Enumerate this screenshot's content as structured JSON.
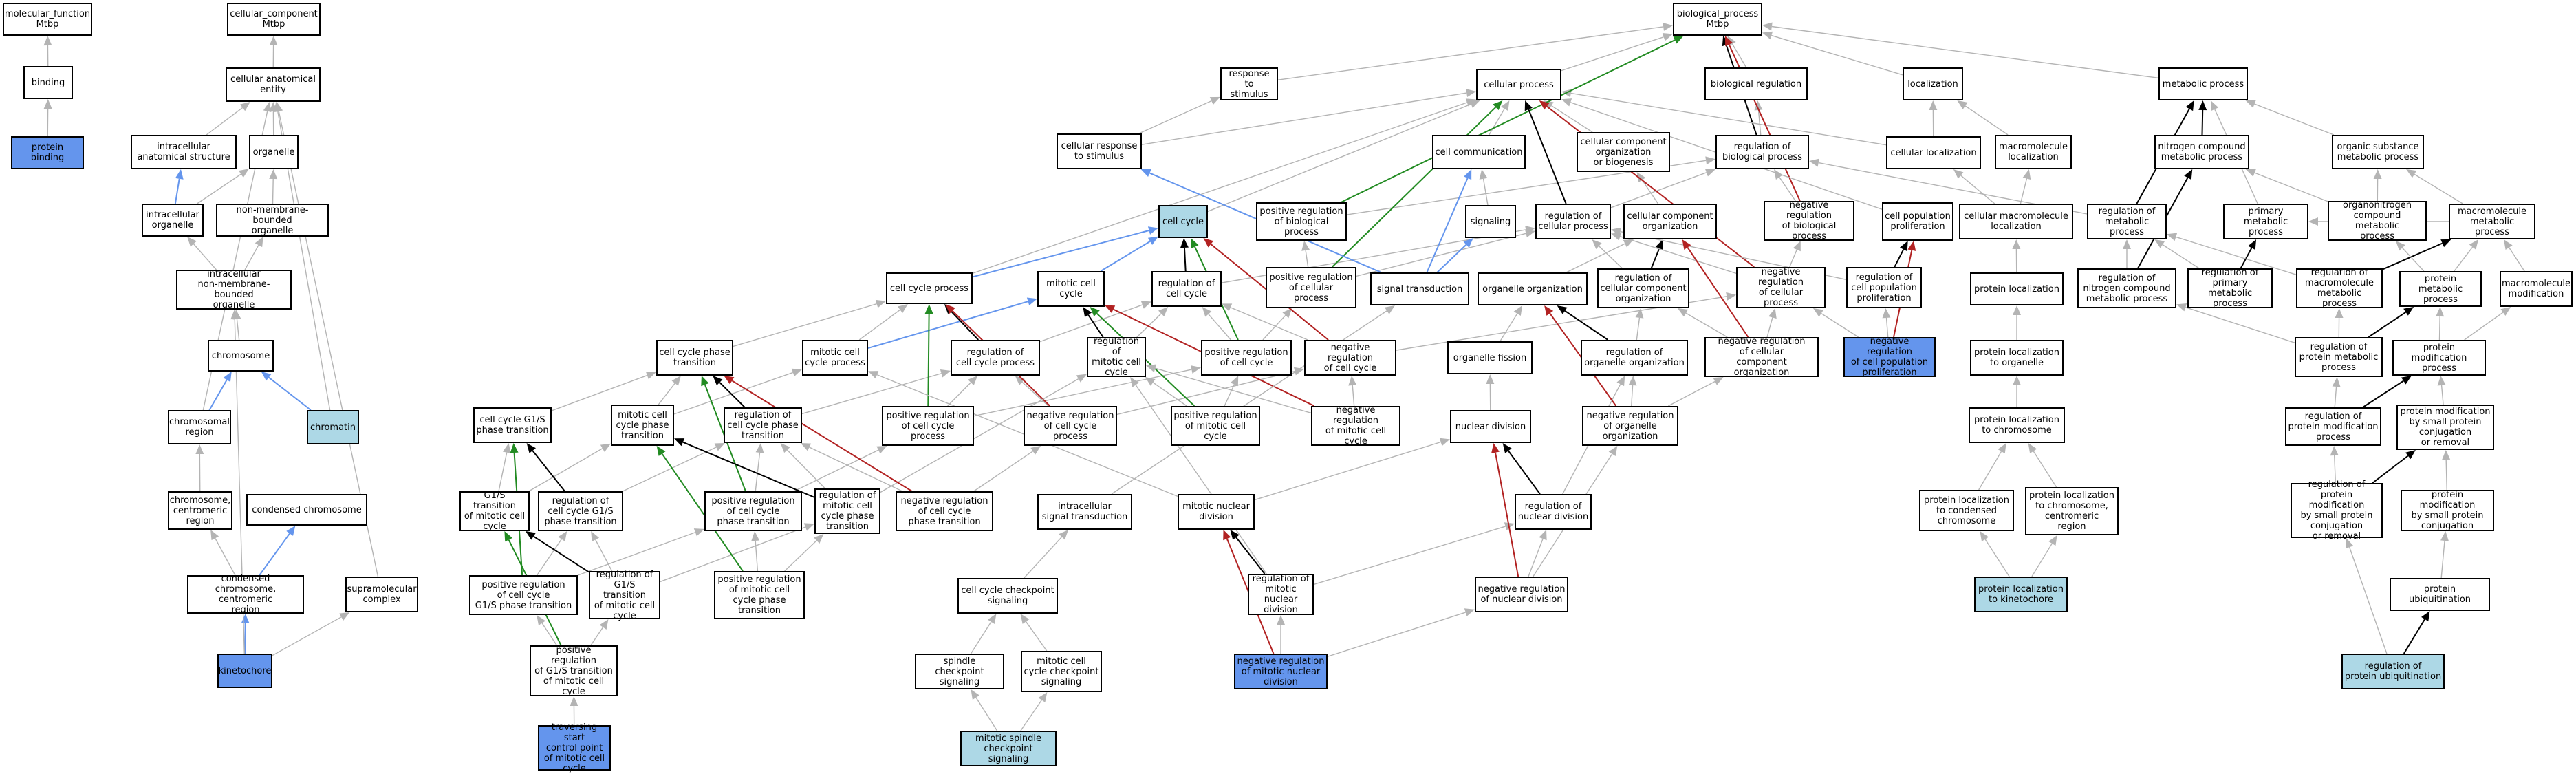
{
  "colors": {
    "light": "#add8e6",
    "blue": "#6495ed",
    "grey": "#b4b4b4",
    "black": "#000000",
    "edgeBlue": "#0000ff",
    "green": "#228b22",
    "red": "#b22222"
  },
  "nodes": {
    "mf": "molecular_function\nMtbp",
    "binding": "binding",
    "protein_binding": "protein binding",
    "cc": "cellular_component\nMtbp",
    "cae": "cellular anatomical\nentity",
    "ias": "intracellular\nanatomical structure",
    "organelle": "organelle",
    "intra_org": "intracellular\norganelle",
    "nonmem_org": "non-membrane-bounded\norganelle",
    "intra_nonmem": "intracellular\nnon-membrane-bounded\norganelle",
    "chromosome": "chromosome",
    "chrom_region": "chromosomal\nregion",
    "chromatin": "chromatin",
    "chrom_centro": "chromosome,\ncentromeric\nregion",
    "condensed_chrom": "condensed chromosome",
    "cond_centro": "condensed chromosome,\ncentromeric\nregion",
    "supramol": "supramolecular\ncomplex",
    "kinetochore": "kinetochore",
    "bp": "biological_process\nMtbp",
    "resp_stim": "response to\nstimulus",
    "cell_proc": "cellular process",
    "bio_reg": "biological regulation",
    "localization": "localization",
    "metab_proc": "metabolic process",
    "cell_resp_stim": "cellular response\nto stimulus",
    "cell_comm": "cell communication",
    "cc_org_bio": "cellular component\norganization\nor biogenesis",
    "reg_bp": "regulation of\nbiological process",
    "cell_loc": "cellular localization",
    "macro_loc": "macromolecule\nlocalization",
    "nitro_metab": "nitrogen compound\nmetabolic process",
    "org_sub_metab": "organic substance\nmetabolic process",
    "cell_cycle": "cell cycle",
    "pos_reg_bp": "positive regulation\nof biological\nprocess",
    "signaling": "signaling",
    "reg_cell_proc": "regulation of\ncellular process",
    "cc_org": "cellular component\norganization",
    "neg_reg_bp": "negative regulation\nof biological\nprocess",
    "cell_pop_prolif": "cell population\nproliferation",
    "cell_macro_loc": "cellular macromolecule\nlocalization",
    "reg_metab": "regulation of\nmetabolic process",
    "primary_metab": "primary metabolic\nprocess",
    "orgnitro_metab": "organonitrogen\ncompound metabolic\nprocess",
    "macromol_metab": "macromolecule\nmetabolic process",
    "cc_proc": "cell cycle process",
    "mitotic_cc": "mitotic cell\ncycle",
    "reg_cc": "regulation of\ncell cycle",
    "pos_reg_cp": "positive regulation\nof cellular\nprocess",
    "sig_trans": "signal transduction",
    "org_org": "organelle organization",
    "reg_cc_org": "regulation of\ncellular component\norganization",
    "neg_reg_cp": "negative regulation\nof cellular\nprocess",
    "reg_cpp": "regulation of\ncell population\nproliferation",
    "prot_loc": "protein localization",
    "reg_nitro": "regulation of\nnitrogen compound\nmetabolic process",
    "reg_prim": "regulation of\nprimary metabolic\nprocess",
    "reg_macro": "regulation of\nmacromolecule\nmetabolic process",
    "prot_metab": "protein metabolic\nprocess",
    "macro_mod": "macromolecule\nmodification",
    "ccp_trans": "cell cycle phase\ntransition",
    "mit_ccp": "mitotic cell\ncycle process",
    "reg_ccp": "regulation of\ncell cycle process",
    "reg_mit_cc": "regulation of\nmitotic cell\ncycle",
    "pos_reg_cc": "positive regulation\nof cell cycle",
    "neg_reg_cc": "negative regulation\nof cell cycle",
    "org_fission": "organelle fission",
    "reg_org_org": "regulation of\norganelle organization",
    "neg_reg_cc_org": "negative regulation\nof cellular\ncomponent organization",
    "neg_reg_cpp": "negative regulation\nof cell population\nproliferation",
    "prot_loc_org": "protein localization\nto organelle",
    "reg_prot_metab": "regulation of\nprotein metabolic\nprocess",
    "prot_mod": "protein modification\nprocess",
    "cc_g1s": "cell cycle G1/S\nphase transition",
    "mit_ccp_trans": "mitotic cell\ncycle phase\ntransition",
    "reg_ccp_trans": "regulation of\ncell cycle phase\ntransition",
    "pos_reg_ccp": "positive regulation\nof cell cycle\nprocess",
    "neg_reg_ccp": "negative regulation\nof cell cycle\nprocess",
    "pos_reg_mit_cc": "positive regulation\nof mitotic cell\ncycle",
    "neg_reg_mit_cc": "negative regulation\nof mitotic cell\ncycle",
    "nuc_div": "nuclear division",
    "neg_reg_org_org": "negative regulation\nof organelle\norganization",
    "prot_loc_chrom": "protein localization\nto chromosome",
    "reg_prot_mod": "regulation of\nprotein modification\nprocess",
    "prot_mod_small": "protein modification\nby small protein\nconjugation\nor removal",
    "g1s_mit": "G1/S transition\nof mitotic cell\ncycle",
    "reg_ccg1s": "regulation of\ncell cycle G1/S\nphase transition",
    "pos_reg_ccp_trans": "positive regulation\nof cell cycle\nphase transition",
    "reg_mit_ccp_trans": "regulation of\nmitotic cell\ncycle phase\ntransition",
    "neg_reg_ccp_trans": "negative regulation\nof cell cycle\nphase transition",
    "intra_sig": "intracellular\nsignal transduction",
    "mit_nuc_div": "mitotic nuclear\ndivision",
    "reg_nuc_div": "regulation of\nnuclear division",
    "prot_loc_cond": "protein localization\nto condensed\nchromosome",
    "prot_loc_centro": "protein localization\nto chromosome,\ncentromeric\nregion",
    "reg_prot_mod_small": "regulation of\nprotein modification\nby small protein\nconjugation\nor removal",
    "prot_mod_small2": "protein modification\nby small protein\nconjugation",
    "pos_reg_ccg1s": "positive regulation\nof cell cycle\nG1/S phase transition",
    "reg_g1s_mit": "regulation of\nG1/S transition\nof mitotic cell\ncycle",
    "pos_reg_mit_ccp": "positive regulation\nof mitotic cell\ncycle phase\ntransition",
    "cc_checkpoint": "cell cycle checkpoint\nsignaling",
    "reg_mit_nuc_div": "regulation of\nmitotic nuclear\ndivision",
    "neg_reg_nuc_div": "negative regulation\nof nuclear division",
    "prot_loc_kinet": "protein localization\nto kinetochore",
    "prot_ubiq": "protein ubiquitination",
    "pos_reg_g1s_mit": "positive regulation\nof G1/S transition\nof mitotic cell\ncycle",
    "spindle_cp": "spindle checkpoint\nsignaling",
    "mit_cc_cp": "mitotic cell\ncycle checkpoint\nsignaling",
    "neg_reg_mit_nuc_div": "negative regulation\nof mitotic nuclear\ndivision",
    "reg_prot_ubiq": "regulation of\nprotein ubiquitination",
    "traversing": "traversing start\ncontrol point\nof mitotic cell\ncycle",
    "mit_spindle_cp": "mitotic spindle\ncheckpoint signaling"
  },
  "edges": [
    [
      "binding",
      "mf",
      "grey"
    ],
    [
      "protein_binding",
      "binding",
      "grey"
    ],
    [
      "cae",
      "cc",
      "grey"
    ],
    [
      "ias",
      "cae",
      "grey"
    ],
    [
      "organelle",
      "cae",
      "grey"
    ],
    [
      "intra_org",
      "ias",
      "blue"
    ],
    [
      "intra_org",
      "organelle",
      "grey"
    ],
    [
      "nonmem_org",
      "organelle",
      "grey"
    ],
    [
      "intra_nonmem",
      "intra_org",
      "grey"
    ],
    [
      "intra_nonmem",
      "nonmem_org",
      "grey"
    ],
    [
      "chromosome",
      "intra_nonmem",
      "grey"
    ],
    [
      "chrom_region",
      "chromosome",
      "blue"
    ],
    [
      "chromatin",
      "chromosome",
      "blue"
    ],
    [
      "chromatin",
      "cae",
      "grey"
    ],
    [
      "chrom_centro",
      "chrom_region",
      "grey"
    ],
    [
      "cond_centro",
      "condensed_chrom",
      "blue"
    ],
    [
      "cond_centro",
      "chrom_centro",
      "grey"
    ],
    [
      "kinetochore",
      "cond_centro",
      "blue"
    ],
    [
      "kinetochore",
      "supramol",
      "grey"
    ],
    [
      "supramol",
      "cae",
      "grey"
    ],
    [
      "kinetochore",
      "intra_nonmem",
      "grey"
    ],
    [
      "chrom_region",
      "cae",
      "grey"
    ],
    [
      "resp_stim",
      "bp",
      "grey"
    ],
    [
      "cell_proc",
      "bp",
      "grey"
    ],
    [
      "bio_reg",
      "bp",
      "grey"
    ],
    [
      "localization",
      "bp",
      "grey"
    ],
    [
      "metab_proc",
      "bp",
      "grey"
    ],
    [
      "cell_resp_stim",
      "resp_stim",
      "grey"
    ],
    [
      "cell_resp_stim",
      "cell_proc",
      "grey"
    ],
    [
      "cell_comm",
      "cell_proc",
      "grey"
    ],
    [
      "cc_org_bio",
      "cell_proc",
      "grey"
    ],
    [
      "reg_bp",
      "bio_reg",
      "grey"
    ],
    [
      "reg_bp",
      "bp",
      "black"
    ],
    [
      "cell_loc",
      "localization",
      "grey"
    ],
    [
      "cell_loc",
      "cell_proc",
      "grey"
    ],
    [
      "macro_loc",
      "localization",
      "grey"
    ],
    [
      "nitro_metab",
      "metab_proc",
      "black"
    ],
    [
      "org_sub_metab",
      "metab_proc",
      "grey"
    ],
    [
      "cell_cycle",
      "cell_proc",
      "grey"
    ],
    [
      "pos_reg_bp",
      "reg_bp",
      "grey"
    ],
    [
      "pos_reg_bp",
      "bp",
      "green"
    ],
    [
      "signaling",
      "cell_comm",
      "grey"
    ],
    [
      "reg_cell_proc",
      "reg_bp",
      "grey"
    ],
    [
      "reg_cell_proc",
      "cell_proc",
      "black"
    ],
    [
      "cc_org",
      "cc_org_bio",
      "grey"
    ],
    [
      "neg_reg_bp",
      "reg_bp",
      "grey"
    ],
    [
      "neg_reg_bp",
      "bp",
      "red"
    ],
    [
      "cell_pop_prolif",
      "cell_proc",
      "grey"
    ],
    [
      "cell_macro_loc",
      "cell_loc",
      "grey"
    ],
    [
      "cell_macro_loc",
      "macro_loc",
      "grey"
    ],
    [
      "reg_metab",
      "reg_bp",
      "grey"
    ],
    [
      "reg_metab",
      "metab_proc",
      "black"
    ],
    [
      "primary_metab",
      "metab_proc",
      "grey"
    ],
    [
      "orgnitro_metab",
      "nitro_metab",
      "grey"
    ],
    [
      "orgnitro_metab",
      "org_sub_metab",
      "grey"
    ],
    [
      "macromol_metab",
      "org_sub_metab",
      "grey"
    ],
    [
      "macromol_metab",
      "primary_metab",
      "grey"
    ],
    [
      "cc_proc",
      "cell_cycle",
      "blue"
    ],
    [
      "cc_proc",
      "cell_proc",
      "grey"
    ],
    [
      "mitotic_cc",
      "cell_cycle",
      "blue"
    ],
    [
      "reg_cc",
      "reg_cell_proc",
      "grey"
    ],
    [
      "reg_cc",
      "cell_cycle",
      "black"
    ],
    [
      "pos_reg_cp",
      "pos_reg_bp",
      "grey"
    ],
    [
      "pos_reg_cp",
      "reg_cell_proc",
      "grey"
    ],
    [
      "pos_reg_cp",
      "cell_proc",
      "green"
    ],
    [
      "sig_trans",
      "signaling",
      "blue"
    ],
    [
      "sig_trans",
      "cell_resp_stim",
      "blue"
    ],
    [
      "sig_trans",
      "cell_comm",
      "blue"
    ],
    [
      "org_org",
      "cc_org",
      "grey"
    ],
    [
      "reg_cc_org",
      "cc_org",
      "black"
    ],
    [
      "reg_cc_org",
      "reg_cell_proc",
      "grey"
    ],
    [
      "neg_reg_cp",
      "neg_reg_bp",
      "grey"
    ],
    [
      "neg_reg_cp",
      "reg_cell_proc",
      "grey"
    ],
    [
      "neg_reg_cp",
      "cell_proc",
      "red"
    ],
    [
      "reg_cpp",
      "cell_pop_prolif",
      "black"
    ],
    [
      "reg_cpp",
      "reg_cell_proc",
      "grey"
    ],
    [
      "prot_loc",
      "cell_macro_loc",
      "grey"
    ],
    [
      "reg_nitro",
      "reg_metab",
      "grey"
    ],
    [
      "reg_nitro",
      "nitro_metab",
      "black"
    ],
    [
      "reg_prim",
      "reg_metab",
      "grey"
    ],
    [
      "reg_prim",
      "primary_metab",
      "black"
    ],
    [
      "reg_macro",
      "reg_metab",
      "grey"
    ],
    [
      "reg_macro",
      "macromol_metab",
      "black"
    ],
    [
      "prot_metab",
      "macromol_metab",
      "grey"
    ],
    [
      "prot_metab",
      "orgnitro_metab",
      "grey"
    ],
    [
      "macro_mod",
      "macromol_metab",
      "grey"
    ],
    [
      "ccp_trans",
      "cc_proc",
      "grey"
    ],
    [
      "mit_ccp",
      "cc_proc",
      "grey"
    ],
    [
      "mit_ccp",
      "mitotic_cc",
      "blue"
    ],
    [
      "reg_ccp",
      "reg_cc",
      "grey"
    ],
    [
      "reg_ccp",
      "cc_proc",
      "black"
    ],
    [
      "reg_mit_cc",
      "reg_cc",
      "grey"
    ],
    [
      "reg_mit_cc",
      "mitotic_cc",
      "black"
    ],
    [
      "pos_reg_cc",
      "reg_cc",
      "grey"
    ],
    [
      "pos_reg_cc",
      "cell_cycle",
      "green"
    ],
    [
      "pos_reg_cc",
      "pos_reg_cp",
      "grey"
    ],
    [
      "neg_reg_cc",
      "reg_cc",
      "grey"
    ],
    [
      "neg_reg_cc",
      "cell_cycle",
      "red"
    ],
    [
      "neg_reg_cc",
      "neg_reg_cp",
      "grey"
    ],
    [
      "org_fission",
      "org_org",
      "grey"
    ],
    [
      "reg_org_org",
      "org_org",
      "black"
    ],
    [
      "reg_org_org",
      "reg_cc_org",
      "grey"
    ],
    [
      "neg_reg_cc_org",
      "reg_cc_org",
      "grey"
    ],
    [
      "neg_reg_cc_org",
      "cc_org",
      "red"
    ],
    [
      "neg_reg_cc_org",
      "neg_reg_cp",
      "grey"
    ],
    [
      "neg_reg_cpp",
      "reg_cpp",
      "grey"
    ],
    [
      "neg_reg_cpp",
      "cell_pop_prolif",
      "red"
    ],
    [
      "neg_reg_cpp",
      "neg_reg_cp",
      "grey"
    ],
    [
      "prot_loc_org",
      "prot_loc",
      "grey"
    ],
    [
      "reg_prot_metab",
      "reg_macro",
      "grey"
    ],
    [
      "reg_prot_metab",
      "prot_metab",
      "black"
    ],
    [
      "reg_prot_metab",
      "reg_nitro",
      "grey"
    ],
    [
      "prot_mod",
      "prot_metab",
      "grey"
    ],
    [
      "prot_mod",
      "macro_mod",
      "grey"
    ],
    [
      "cc_g1s",
      "ccp_trans",
      "grey"
    ],
    [
      "mit_ccp_trans",
      "ccp_trans",
      "grey"
    ],
    [
      "mit_ccp_trans",
      "mit_ccp",
      "grey"
    ],
    [
      "reg_ccp_trans",
      "reg_ccp",
      "grey"
    ],
    [
      "reg_ccp_trans",
      "ccp_trans",
      "black"
    ],
    [
      "pos_reg_ccp",
      "reg_ccp",
      "grey"
    ],
    [
      "pos_reg_ccp",
      "cc_proc",
      "green"
    ],
    [
      "pos_reg_ccp",
      "pos_reg_cc",
      "grey"
    ],
    [
      "neg_reg_ccp",
      "reg_ccp",
      "grey"
    ],
    [
      "neg_reg_ccp",
      "cc_proc",
      "red"
    ],
    [
      "neg_reg_ccp",
      "neg_reg_cc",
      "grey"
    ],
    [
      "pos_reg_mit_cc",
      "reg_mit_cc",
      "grey"
    ],
    [
      "pos_reg_mit_cc",
      "mitotic_cc",
      "green"
    ],
    [
      "pos_reg_mit_cc",
      "pos_reg_cc",
      "grey"
    ],
    [
      "neg_reg_mit_cc",
      "reg_mit_cc",
      "grey"
    ],
    [
      "neg_reg_mit_cc",
      "mitotic_cc",
      "red"
    ],
    [
      "neg_reg_mit_cc",
      "neg_reg_cc",
      "grey"
    ],
    [
      "nuc_div",
      "org_fission",
      "grey"
    ],
    [
      "neg_reg_org_org",
      "reg_org_org",
      "grey"
    ],
    [
      "neg_reg_org_org",
      "org_org",
      "red"
    ],
    [
      "neg_reg_org_org",
      "neg_reg_cc_org",
      "grey"
    ],
    [
      "prot_loc_chrom",
      "prot_loc_org",
      "grey"
    ],
    [
      "reg_prot_mod",
      "reg_prot_metab",
      "grey"
    ],
    [
      "reg_prot_mod",
      "prot_mod",
      "black"
    ],
    [
      "prot_mod_small",
      "prot_mod",
      "grey"
    ],
    [
      "g1s_mit",
      "cc_g1s",
      "grey"
    ],
    [
      "g1s_mit",
      "mit_ccp_trans",
      "grey"
    ],
    [
      "reg_ccg1s",
      "reg_ccp_trans",
      "grey"
    ],
    [
      "reg_ccg1s",
      "cc_g1s",
      "black"
    ],
    [
      "pos_reg_ccp_trans",
      "reg_ccp_trans",
      "grey"
    ],
    [
      "pos_reg_ccp_trans",
      "ccp_trans",
      "green"
    ],
    [
      "pos_reg_ccp_trans",
      "pos_reg_ccp",
      "grey"
    ],
    [
      "reg_mit_ccp_trans",
      "reg_ccp_trans",
      "grey"
    ],
    [
      "reg_mit_ccp_trans",
      "mit_ccp_trans",
      "black"
    ],
    [
      "reg_mit_ccp_trans",
      "reg_mit_cc",
      "grey"
    ],
    [
      "neg_reg_ccp_trans",
      "reg_ccp_trans",
      "grey"
    ],
    [
      "neg_reg_ccp_trans",
      "ccp_trans",
      "red"
    ],
    [
      "neg_reg_ccp_trans",
      "neg_reg_ccp",
      "grey"
    ],
    [
      "intra_sig",
      "sig_trans",
      "grey"
    ],
    [
      "mit_nuc_div",
      "nuc_div",
      "grey"
    ],
    [
      "mit_nuc_div",
      "mit_ccp",
      "grey"
    ],
    [
      "reg_nuc_div",
      "nuc_div",
      "black"
    ],
    [
      "reg_nuc_div",
      "reg_org_org",
      "grey"
    ],
    [
      "prot_loc_cond",
      "prot_loc_chrom",
      "grey"
    ],
    [
      "prot_loc_centro",
      "prot_loc_chrom",
      "grey"
    ],
    [
      "reg_prot_mod_small",
      "reg_prot_mod",
      "grey"
    ],
    [
      "reg_prot_mod_small",
      "prot_mod_small",
      "black"
    ],
    [
      "prot_mod_small2",
      "prot_mod_small",
      "grey"
    ],
    [
      "pos_reg_ccg1s",
      "reg_ccg1s",
      "grey"
    ],
    [
      "pos_reg_ccg1s",
      "cc_g1s",
      "green"
    ],
    [
      "pos_reg_ccg1s",
      "pos_reg_ccp_trans",
      "grey"
    ],
    [
      "reg_g1s_mit",
      "reg_ccg1s",
      "grey"
    ],
    [
      "reg_g1s_mit",
      "g1s_mit",
      "black"
    ],
    [
      "reg_g1s_mit",
      "reg_mit_ccp_trans",
      "grey"
    ],
    [
      "pos_reg_mit_ccp",
      "reg_mit_ccp_trans",
      "grey"
    ],
    [
      "pos_reg_mit_ccp",
      "mit_ccp_trans",
      "green"
    ],
    [
      "pos_reg_mit_ccp",
      "pos_reg_ccp_trans",
      "grey"
    ],
    [
      "cc_checkpoint",
      "intra_sig",
      "grey"
    ],
    [
      "reg_mit_nuc_div",
      "reg_nuc_div",
      "grey"
    ],
    [
      "reg_mit_nuc_div",
      "mit_nuc_div",
      "black"
    ],
    [
      "reg_mit_nuc_div",
      "reg_mit_cc",
      "grey"
    ],
    [
      "neg_reg_nuc_div",
      "reg_nuc_div",
      "grey"
    ],
    [
      "neg_reg_nuc_div",
      "nuc_div",
      "red"
    ],
    [
      "neg_reg_nuc_div",
      "neg_reg_org_org",
      "grey"
    ],
    [
      "prot_loc_kinet",
      "prot_loc_cond",
      "grey"
    ],
    [
      "prot_loc_kinet",
      "prot_loc_centro",
      "grey"
    ],
    [
      "prot_ubiq",
      "prot_mod_small2",
      "grey"
    ],
    [
      "pos_reg_g1s_mit",
      "reg_g1s_mit",
      "grey"
    ],
    [
      "pos_reg_g1s_mit",
      "g1s_mit",
      "green"
    ],
    [
      "pos_reg_g1s_mit",
      "pos_reg_ccg1s",
      "grey"
    ],
    [
      "spindle_cp",
      "cc_checkpoint",
      "grey"
    ],
    [
      "mit_cc_cp",
      "cc_checkpoint",
      "grey"
    ],
    [
      "neg_reg_mit_nuc_div",
      "reg_mit_nuc_div",
      "grey"
    ],
    [
      "neg_reg_mit_nuc_div",
      "mit_nuc_div",
      "red"
    ],
    [
      "neg_reg_mit_nuc_div",
      "neg_reg_nuc_div",
      "grey"
    ],
    [
      "reg_prot_ubiq",
      "prot_ubiq",
      "black"
    ],
    [
      "reg_prot_ubiq",
      "reg_prot_mod_small",
      "grey"
    ],
    [
      "traversing",
      "pos_reg_g1s_mit",
      "grey"
    ],
    [
      "mit_spindle_cp",
      "spindle_cp",
      "grey"
    ],
    [
      "mit_spindle_cp",
      "mit_cc_cp",
      "grey"
    ]
  ]
}
